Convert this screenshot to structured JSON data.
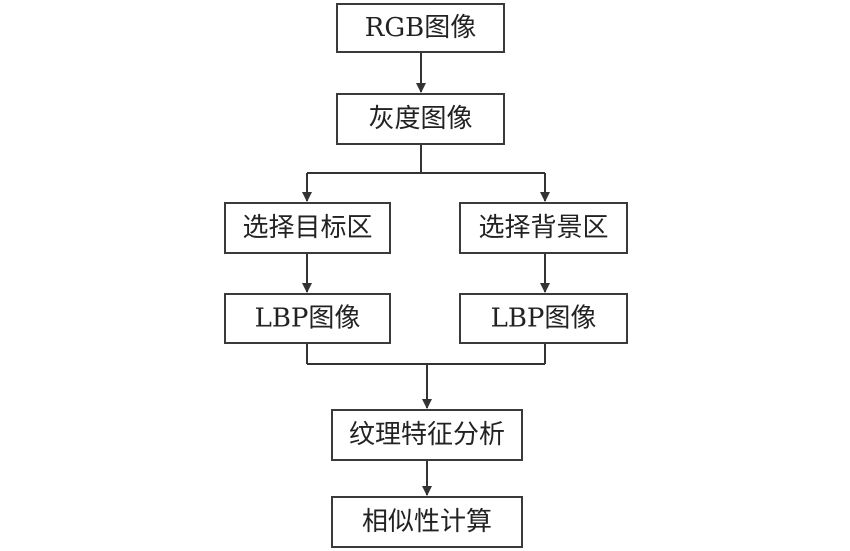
{
  "nodes": {
    "rgb": "RGB图像",
    "gray": "灰度图像",
    "target": "选择目标区",
    "background": "选择背景区",
    "lbp_left": "LBP图像",
    "lbp_right": "LBP图像",
    "texture": "纹理特征分析",
    "similarity": "相似性计算"
  },
  "colors": {
    "stroke": "#3a3a3a",
    "text": "#222222",
    "background": "#ffffff"
  }
}
